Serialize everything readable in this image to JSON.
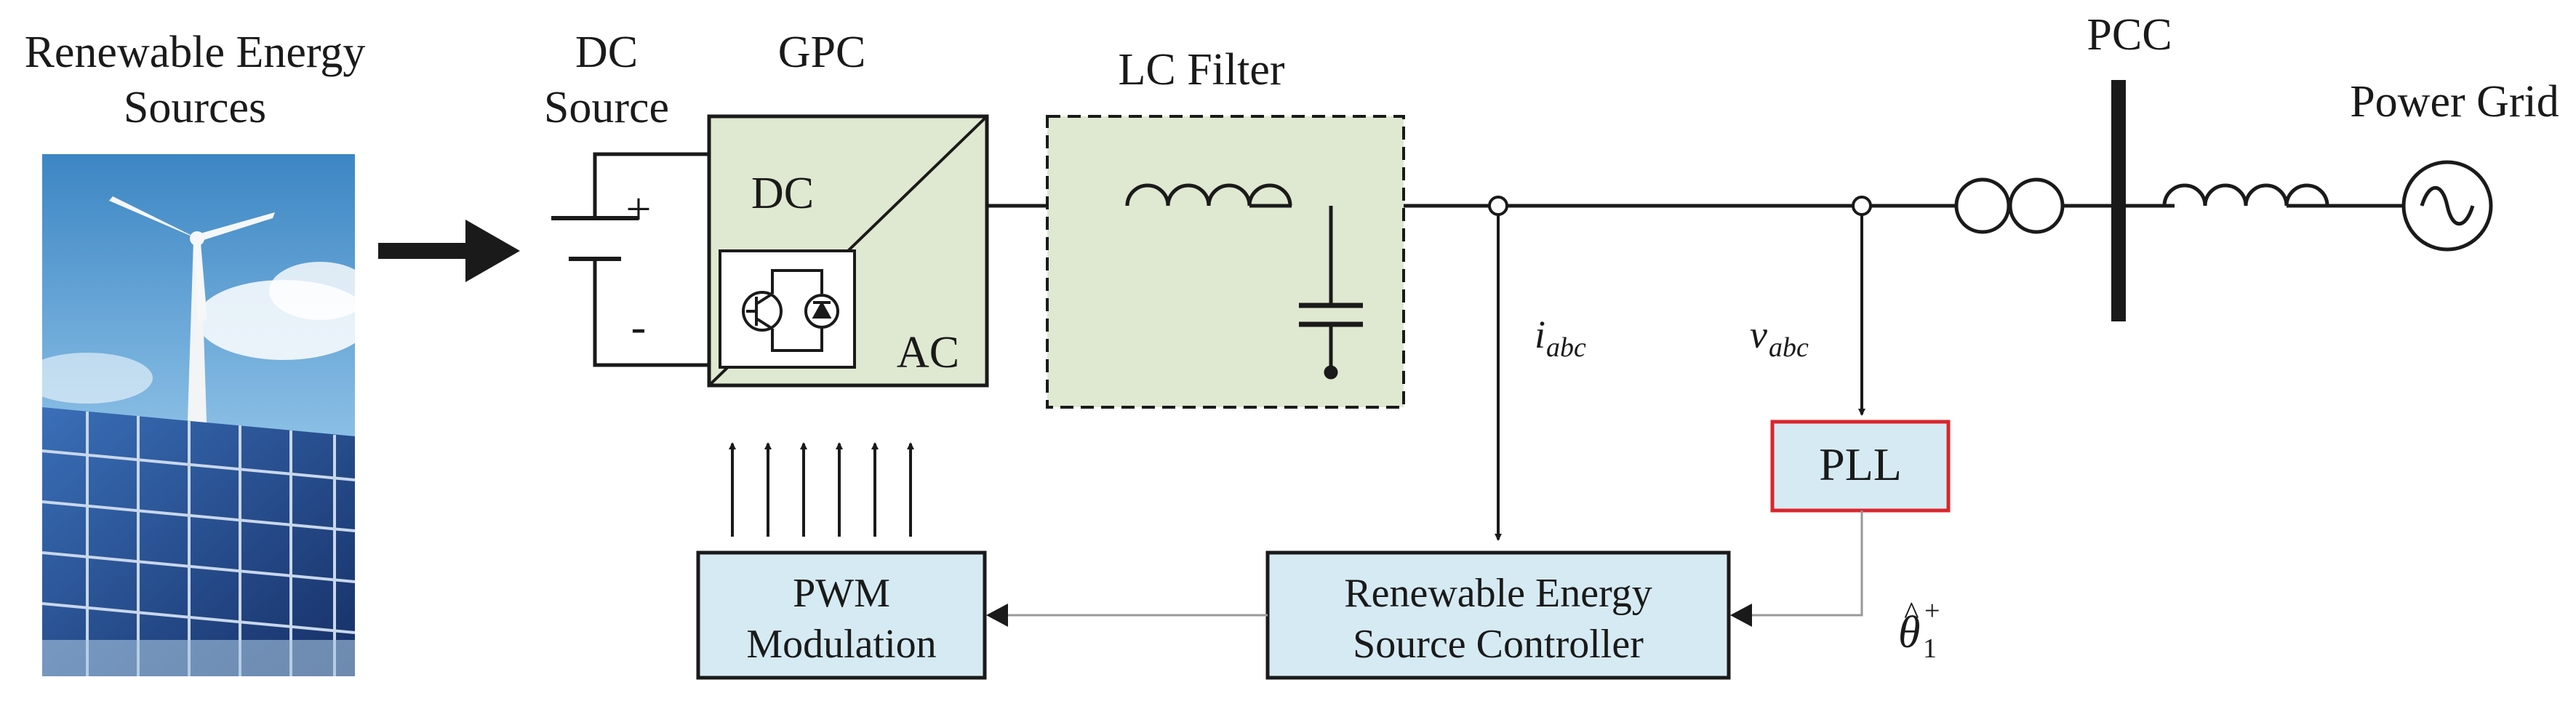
{
  "labels": {
    "res_line1": "Renewable Energy",
    "res_line2": "Sources",
    "dc_line1": "DC",
    "dc_line2": "Source",
    "gpc": "GPC",
    "dc": "DC",
    "ac": "AC",
    "plus": "+",
    "minus": "-",
    "lc_filter": "LC Filter",
    "pcc": "PCC",
    "power_grid": "Power Grid",
    "i_main": "i",
    "i_sub": "abc",
    "v_main": "v",
    "v_sub": "abc",
    "pll": "PLL",
    "controller_line1": "Renewable Energy",
    "controller_line2": "Source Controller",
    "pwm_line1": "PWM",
    "pwm_line2": "Modulation",
    "theta_main": "θ",
    "theta_hat": "^",
    "theta_sub": "1",
    "theta_sup": "+"
  },
  "colors": {
    "line": "#1a1a1a",
    "box_green": "#dfe8d0",
    "box_blue": "#d6eaf3",
    "pll_border": "#d9262b",
    "signal_line": "#999999",
    "sky": "#5a9fd0",
    "panel": "#234a8a"
  },
  "icons": [
    "wind-turbine-icon",
    "solar-panel-icon",
    "battery-icon",
    "igbt-switch-icon",
    "inductor-icon",
    "capacitor-icon",
    "transformer-icon",
    "ac-source-icon"
  ]
}
